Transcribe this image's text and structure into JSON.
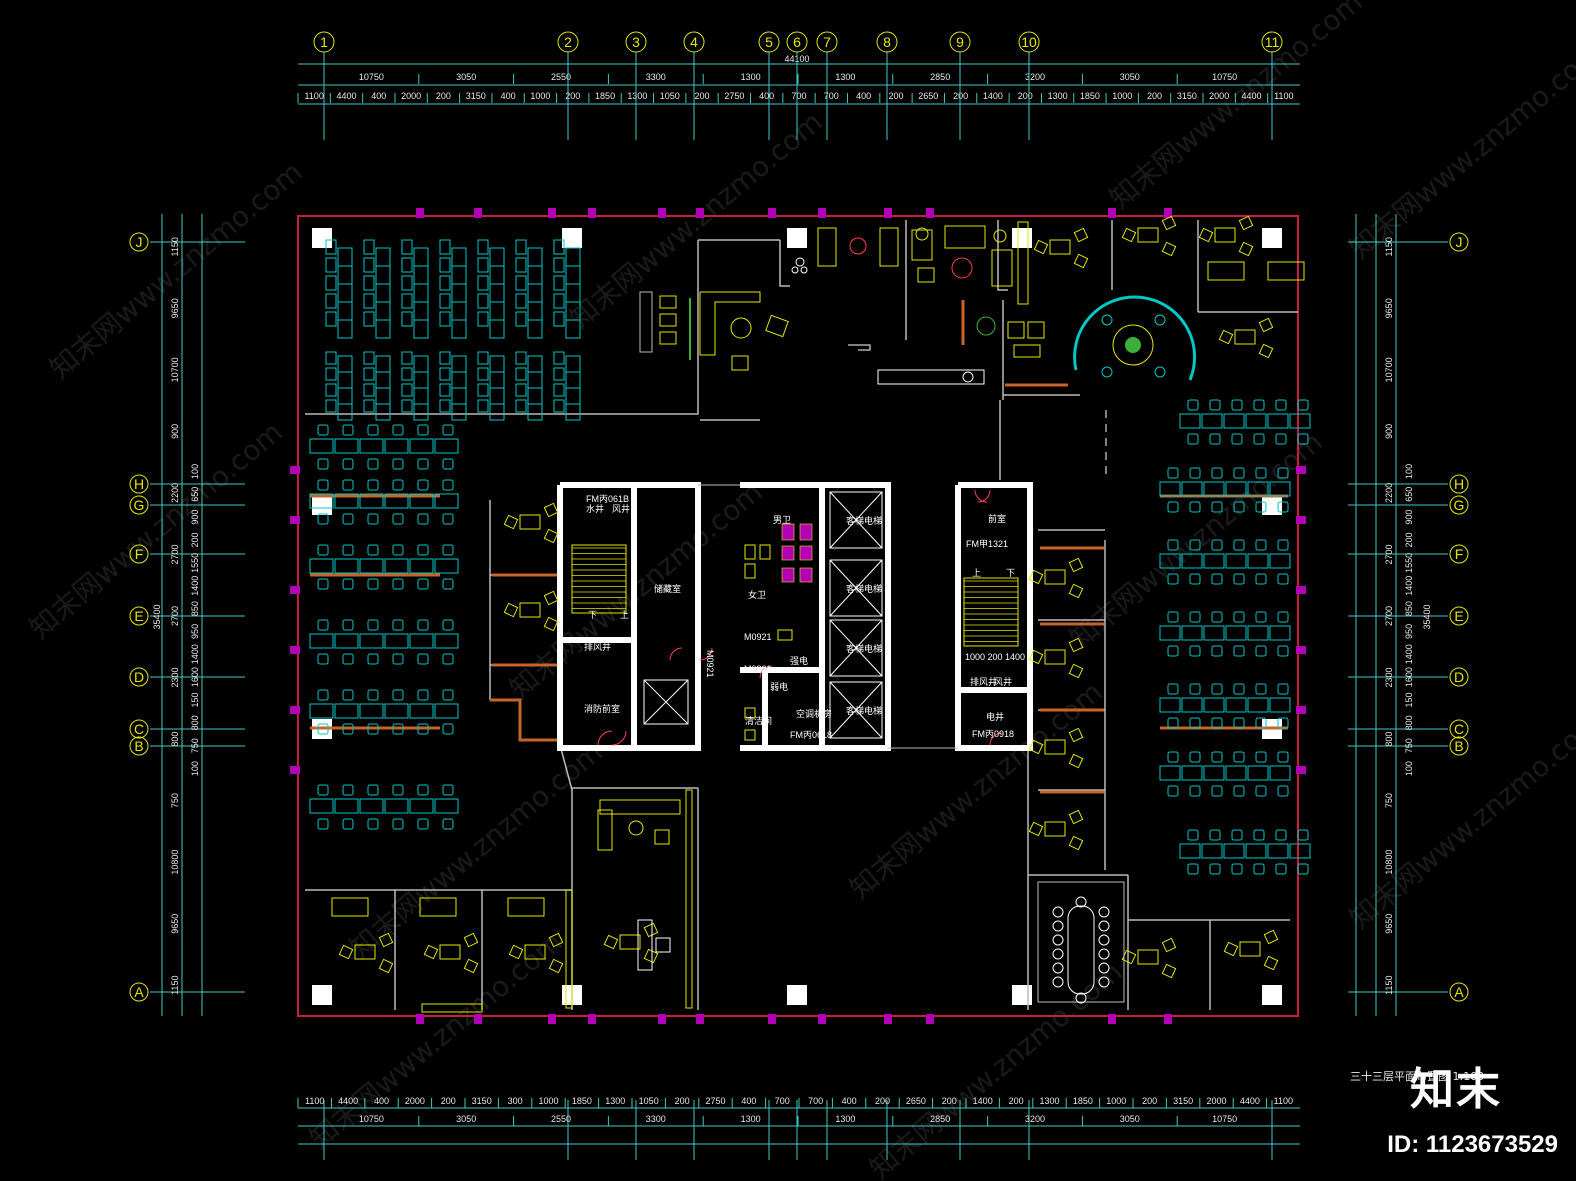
{
  "axis_columns": [
    "1",
    "2",
    "3",
    "4",
    "5",
    "6",
    "7",
    "8",
    "9",
    "10",
    "11"
  ],
  "axis_rows": [
    "J",
    "H",
    "G",
    "F",
    "E",
    "D",
    "C",
    "B",
    "A"
  ],
  "dims": {
    "top_total": "44100",
    "top_mid": [
      "10750",
      "3050",
      "2550",
      "3300",
      "1300",
      "1300",
      "2850",
      "3200",
      "3050",
      "10750"
    ],
    "top_fine": [
      "1100",
      "4400",
      "400",
      "2000",
      "200",
      "3150",
      "400",
      "1000",
      "200",
      "1850",
      "1300",
      "1050",
      "200",
      "2750",
      "400",
      "700",
      "700",
      "400",
      "200",
      "2650",
      "200",
      "1400",
      "200",
      "1300",
      "1850",
      "1000",
      "200",
      "3150",
      "2000",
      "4400",
      "1100"
    ],
    "bottom_fine": [
      "1100",
      "4400",
      "400",
      "2000",
      "200",
      "3150",
      "300",
      "1000",
      "1850",
      "1300",
      "1050",
      "200",
      "2750",
      "400",
      "700",
      "700",
      "400",
      "200",
      "2650",
      "200",
      "1400",
      "200",
      "1300",
      "1850",
      "1000",
      "200",
      "3150",
      "2000",
      "4400",
      "1100"
    ],
    "bottom_mid": [
      "10750",
      "3050",
      "2550",
      "3300",
      "1300",
      "1300",
      "2850",
      "3200",
      "3050",
      "10750"
    ],
    "side_total": "35400",
    "side_major": [
      "1150",
      "9650",
      "10700",
      "900",
      "2200",
      "2700",
      "2700",
      "2300",
      "800",
      "750",
      "10800",
      "9650",
      "1150"
    ],
    "side_fine": [
      "100",
      "650",
      "900",
      "200",
      "1550",
      "1400",
      "850",
      "950",
      "1400",
      "1600",
      "150",
      "800",
      "750",
      "100"
    ]
  },
  "rooms": {
    "fire_room": "FM丙061B",
    "water_room": "水井",
    "wind_room": "风井",
    "storage": "储藏室",
    "exhaust": "排风井",
    "fire_control": "消防前室",
    "door_m0921a": "M0921",
    "door_m0921b": "M0921",
    "door_m0821": "M0821",
    "men_wc": "男卫",
    "women_wc": "女卫",
    "clean_room": "清洁间",
    "ac_room": "空调机房",
    "strong_elec": "强电",
    "weak_elec": "弱电",
    "fm_b0618": "FM丙0618",
    "fm_z1321": "FM甲1321",
    "front_room": "前室",
    "up": "上",
    "down": "下",
    "fm_b0918": "FM丙0918",
    "elevator_room": "电井",
    "shaft_dims": "1000 200 1400",
    "elev": "客梯电梯"
  },
  "sheet_title": "三十三层平面布置图 1:100",
  "watermark": {
    "site": "www.znzmo.com",
    "brand": "知末网"
  },
  "logo": "知末",
  "id_label": "ID: 1123673529",
  "colors": {
    "background": "#000000",
    "wall": "#ffffff",
    "outline": "#c81e3c",
    "desk": "#00c8c8",
    "furniture": "#e6e600",
    "dimension": "#40c8c8",
    "axis": "#e6e600",
    "door": "#ff4040",
    "column_pad": "#b400b4"
  }
}
